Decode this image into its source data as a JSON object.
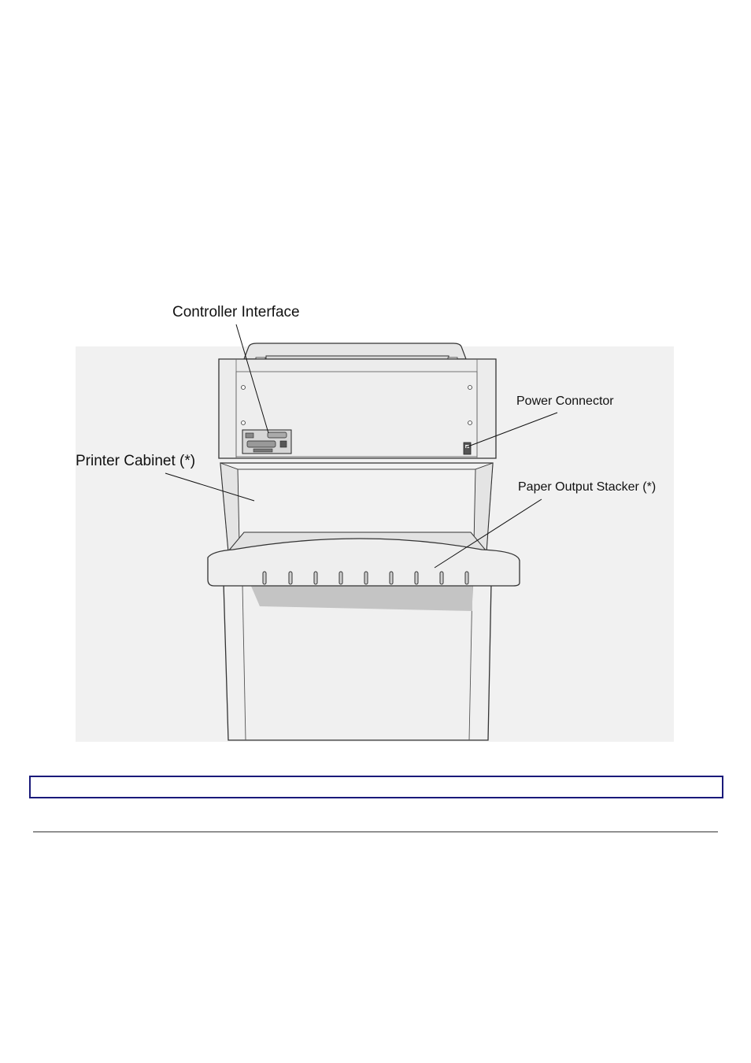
{
  "labels": {
    "controller_interface": "Controller Interface",
    "power_connector": "Power Connector",
    "printer_cabinet": "Printer Cabinet (*)",
    "paper_output_stacker": "Paper Output Stacker (*)"
  },
  "colors": {
    "outline": "#333333",
    "panel": "#ececec",
    "panel_light": "#f4f4f4",
    "shadow": "#c4c4c4",
    "note_border": "#1a1a7a"
  }
}
